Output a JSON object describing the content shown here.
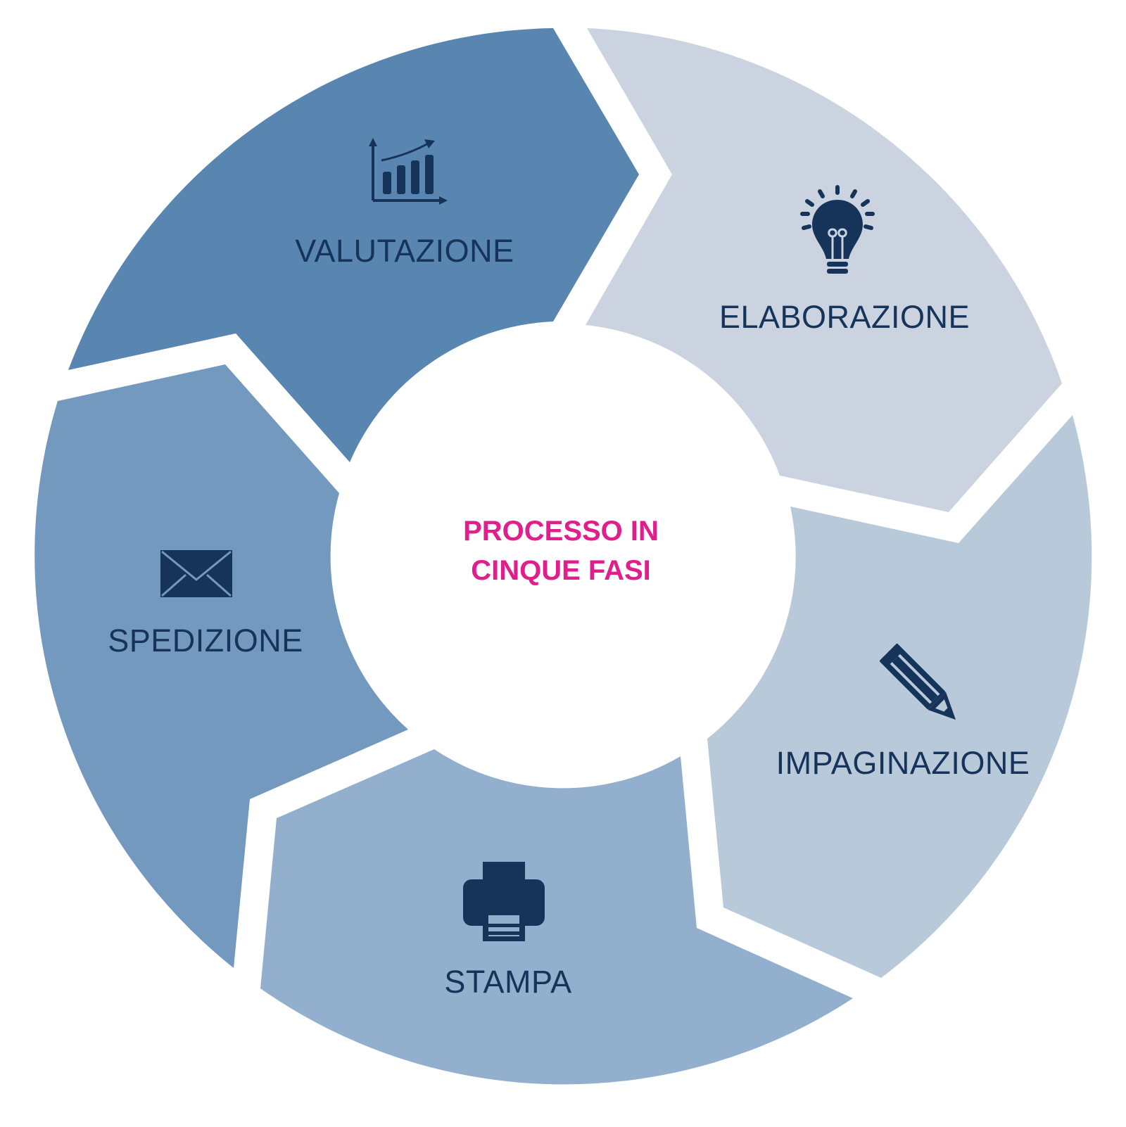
{
  "diagram": {
    "center": {
      "title_line1": "PROCESSO IN",
      "title_line2": "CINQUE FASI"
    },
    "phases": [
      {
        "id": "valutazione",
        "label": "VALUTAZIONE",
        "icon": "bar-chart-growth-icon"
      },
      {
        "id": "elaborazione",
        "label": "ELABORAZIONE",
        "icon": "lightbulb-icon"
      },
      {
        "id": "impaginazione",
        "label": "IMPAGINAZIONE",
        "icon": "pencil-icon"
      },
      {
        "id": "stampa",
        "label": "STAMPA",
        "icon": "printer-icon"
      },
      {
        "id": "spedizione",
        "label": "SPEDIZIONE",
        "icon": "envelope-icon"
      }
    ]
  },
  "colors": {
    "valutazione": "#5886b0",
    "elaborazione": "#cad3df",
    "impaginazione": "#b8c9da",
    "stampa": "#92b0cd",
    "spedizione": "#7499bf",
    "text_dark": "#16345a",
    "accent_pink": "#e01e8c",
    "background": "#ffffff"
  }
}
